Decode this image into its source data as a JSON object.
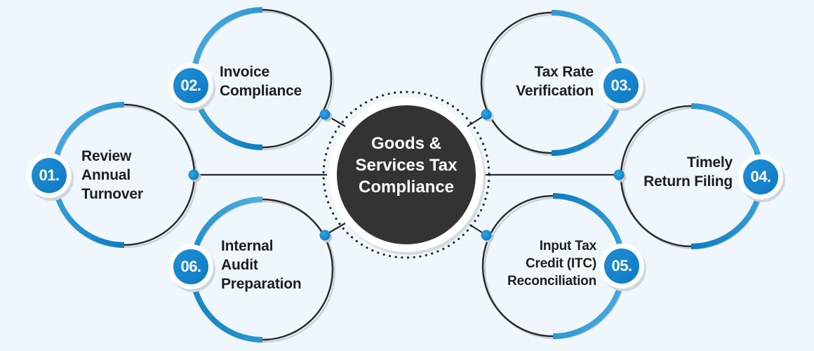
{
  "diagram": {
    "title": "Goods & Services Tax Compliance",
    "center": {
      "lines": [
        "Goods &",
        "Services Tax",
        "Compliance"
      ],
      "fill": "#333333"
    },
    "colors": {
      "background": "#f0f7fc",
      "accent_dark": "#0b7dc0",
      "accent_light": "#4fb0e2",
      "outline": "#2a2a2a",
      "text": "#1e1e1e"
    },
    "steps": [
      {
        "number": "01.",
        "lines": [
          "Review",
          "Annual",
          "Turnover"
        ]
      },
      {
        "number": "02.",
        "lines": [
          "Invoice",
          "Compliance"
        ]
      },
      {
        "number": "03.",
        "lines": [
          "Tax Rate",
          "Verification"
        ]
      },
      {
        "number": "04.",
        "lines": [
          "Timely",
          "Return Filing"
        ]
      },
      {
        "number": "05.",
        "lines": [
          "Input Tax",
          "Credit (ITC)",
          "Reconciliation"
        ]
      },
      {
        "number": "06.",
        "lines": [
          "Internal",
          "Audit",
          "Preparation"
        ]
      }
    ]
  }
}
